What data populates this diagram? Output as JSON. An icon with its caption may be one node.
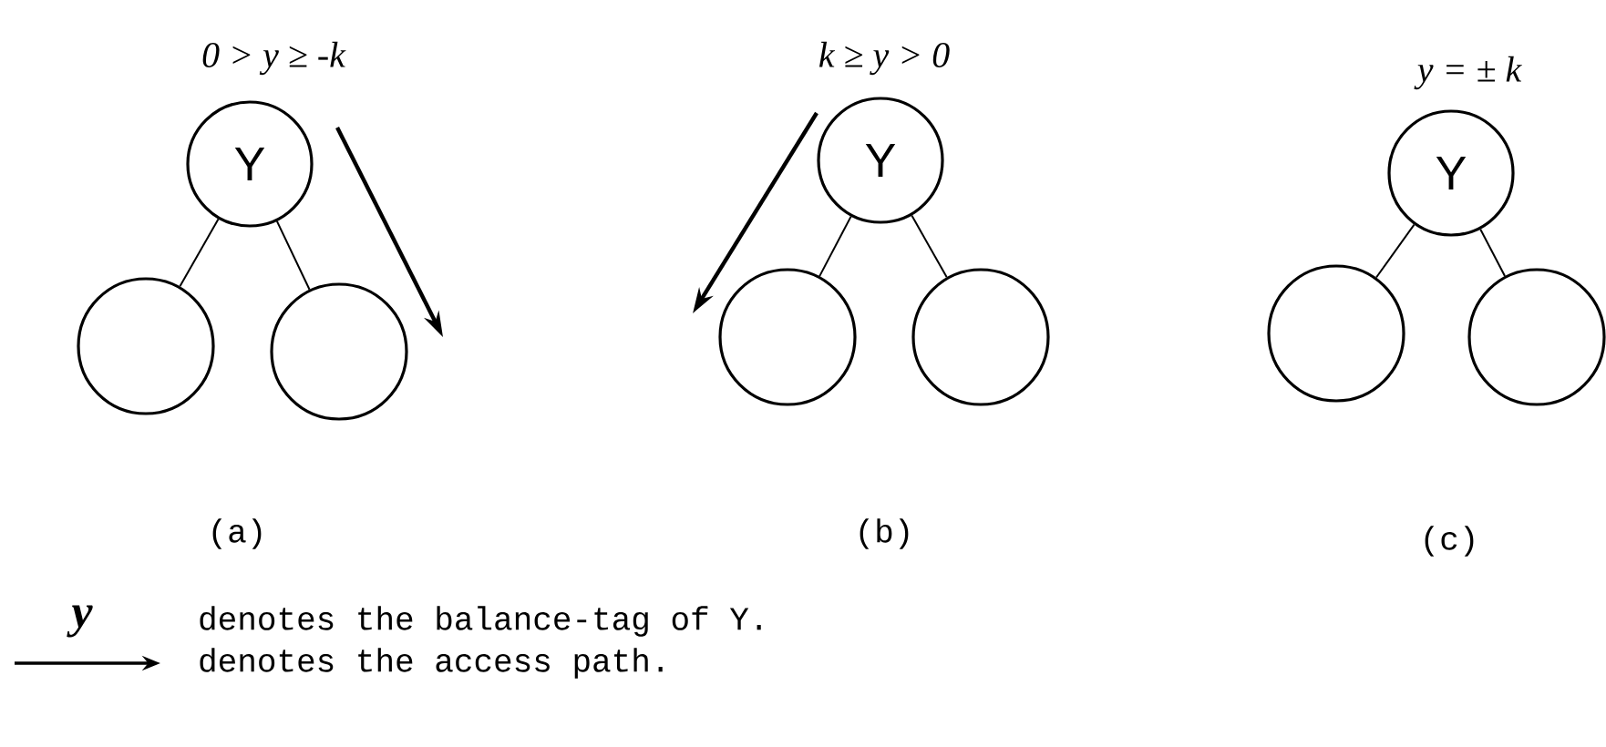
{
  "diagram": {
    "nodes": [
      {
        "text": [
          "Y"
        ],
        "beside": [
          "0 > y ≥ -k"
        ]
      },
      {
        "text": [],
        "shape": "circle"
      },
      {
        "text": [],
        "shape": "circle"
      },
      {
        "text": [
          "Y"
        ],
        "beside": [
          "k ≥ y > 0"
        ]
      },
      {
        "text": [],
        "shape": "circle"
      },
      {
        "text": [],
        "shape": "circle"
      },
      {
        "text": [
          "Y"
        ],
        "beside": [
          "y = ± k"
        ]
      },
      {
        "text": [],
        "shape": "circle"
      },
      {
        "text": [],
        "shape": "circle"
      }
    ],
    "edges": [
      {
        "from": 0,
        "to": 1,
        "arrow": "none"
      },
      {
        "from": 0,
        "to": 2,
        "arrow": "none"
      },
      {
        "from": 3,
        "to": 4,
        "arrow": "none"
      },
      {
        "from": 3,
        "to": 5,
        "arrow": "none"
      },
      {
        "from": 6,
        "to": 7,
        "arrow": "none"
      },
      {
        "from": 6,
        "to": 8,
        "arrow": "none"
      }
    ],
    "labels": [
      "(a)",
      "(b)",
      "(c)",
      "y",
      "denotes the balance-tag of Y."
    ],
    "legend": [
      {
        "text": "denotes the access path."
      }
    ]
  }
}
